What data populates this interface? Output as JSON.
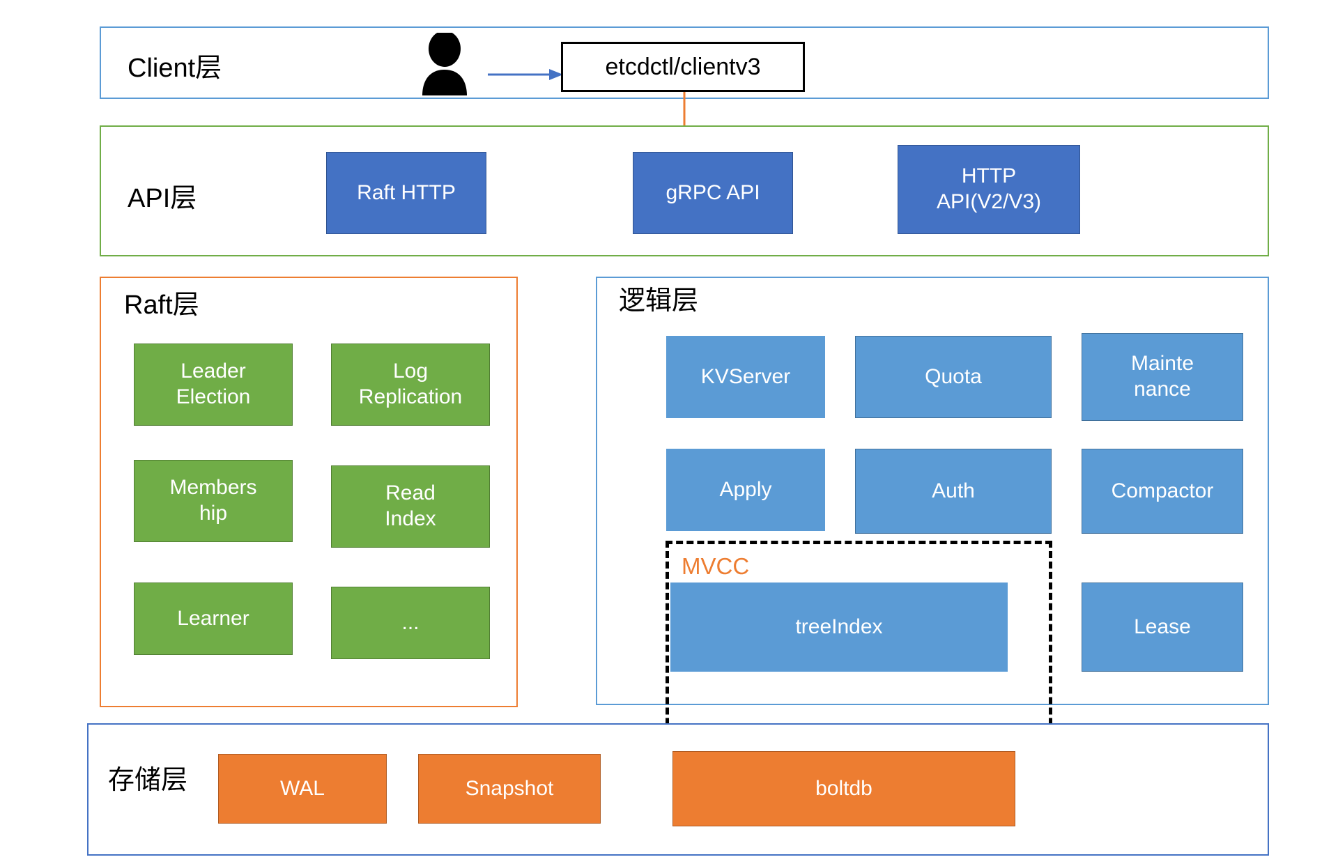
{
  "diagram": {
    "title": "etcd architecture layers",
    "colors": {
      "client_border": "#5B9BD5",
      "api_border": "#70AD47",
      "raft_border": "#ED7D31",
      "logic_border": "#5B9BD5",
      "storage_border": "#4472C4",
      "api_node": "#4472C4",
      "raft_node": "#70AD47",
      "logic_node": "#5B9BD5",
      "storage_node": "#ED7D31",
      "mvcc_label": "#ED7D31",
      "arrow_client": "#4472C4",
      "arrow_api": "#ED7D31"
    }
  },
  "client_layer": {
    "title": "Client层",
    "actor_icon": "user-person-icon",
    "arrow_icon": "arrow-right-icon",
    "client_box_label": "etcdctl/clientv3",
    "down_arrow_icon": "arrow-down-icon"
  },
  "api_layer": {
    "title": "API层",
    "nodes": [
      {
        "label": "Raft HTTP"
      },
      {
        "label": "gRPC API"
      },
      {
        "label": "HTTP\nAPI(V2/V3)"
      }
    ]
  },
  "raft_layer": {
    "title": "Raft层",
    "nodes": [
      {
        "label": "Leader\nElection"
      },
      {
        "label": "Log\nReplication"
      },
      {
        "label": "Members\nhip"
      },
      {
        "label": "Read\nIndex"
      },
      {
        "label": "Learner"
      },
      {
        "label": "..."
      }
    ]
  },
  "logic_layer": {
    "title": "逻辑层",
    "nodes": [
      {
        "label": "KVServer"
      },
      {
        "label": "Quota"
      },
      {
        "label": "Mainte\nnance"
      },
      {
        "label": "Apply"
      },
      {
        "label": "Auth"
      },
      {
        "label": "Compactor"
      },
      {
        "label": "treeIndex"
      },
      {
        "label": "Lease"
      }
    ],
    "mvcc_label": "MVCC"
  },
  "storage_layer": {
    "title": "存储层",
    "nodes": [
      {
        "label": "WAL"
      },
      {
        "label": "Snapshot"
      },
      {
        "label": "boltdb"
      }
    ]
  }
}
